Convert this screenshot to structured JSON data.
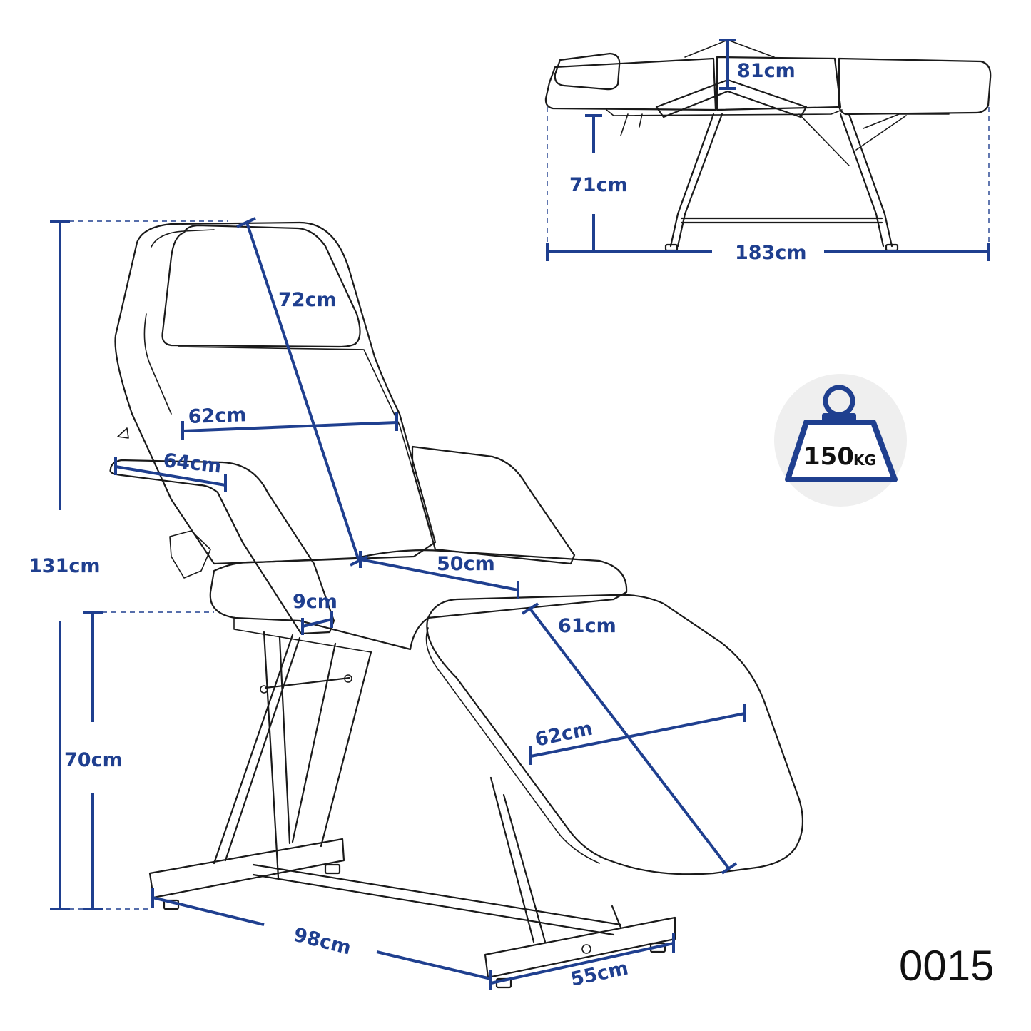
{
  "dimensions": {
    "side_height": "71cm",
    "side_width": "81cm",
    "side_length": "183cm",
    "total_height": "131cm",
    "seat_height": "70cm",
    "backrest_length": "72cm",
    "backrest_width": "62cm",
    "armrest_length": "64cm",
    "armrest_width": "9cm",
    "seat_depth": "50cm",
    "leg_section_length": "61cm",
    "leg_section_width": "62cm",
    "base_length": "98cm",
    "base_width": "55cm"
  },
  "load": {
    "value": "150",
    "unit": "KG"
  },
  "product_code": "0015",
  "colors": {
    "accent": "#1f3f8f",
    "outline": "#1a1a1a",
    "badge": "#efefef"
  },
  "icons": {
    "weight": "weight-icon"
  }
}
